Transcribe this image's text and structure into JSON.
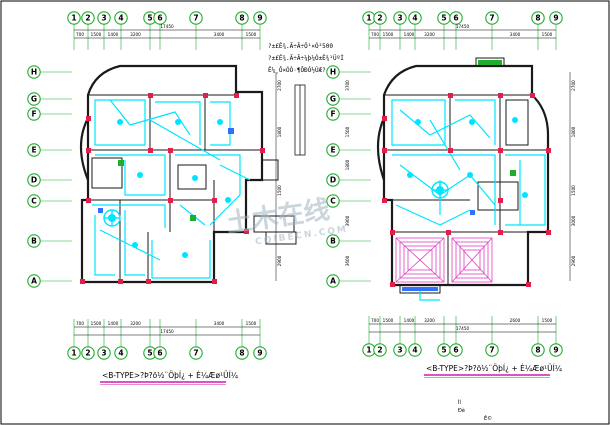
{
  "plans": [
    {
      "id": "left",
      "top_axis_labels": [
        "1",
        "2",
        "3",
        "4",
        "5",
        "6",
        "7",
        "8",
        "9"
      ],
      "bottom_axis_labels": [
        "1",
        "2",
        "3",
        "4",
        "5",
        "6",
        "7",
        "8",
        "9"
      ],
      "side_axis_labels": [
        "H",
        "G",
        "F",
        "E",
        "D",
        "C",
        "B",
        "A"
      ],
      "top_dims": [
        "700",
        "1500",
        "1400",
        "3200",
        "3400",
        "1500"
      ],
      "top_total": "17450",
      "bottom_dims": [
        "700",
        "1500",
        "1400",
        "3200",
        "3400",
        "1500"
      ],
      "bottom_total": "17450",
      "right_dims": [
        "2700",
        "1800",
        "1500",
        "2900"
      ],
      "title": "<B-TYPE>?Þ?ö½¨ÖþÍ¿ + È¼Æø¹ÜÍ¼"
    },
    {
      "id": "right",
      "top_axis_labels": [
        "1",
        "2",
        "3",
        "4",
        "5",
        "6",
        "7",
        "8",
        "9"
      ],
      "bottom_axis_labels": [
        "1",
        "2",
        "3",
        "4",
        "5",
        "6",
        "7",
        "8",
        "9"
      ],
      "side_axis_labels": [
        "H",
        "G",
        "F",
        "E",
        "D",
        "C",
        "B",
        "A"
      ],
      "top_dims": [
        "700",
        "1500",
        "1400",
        "3200",
        "3400",
        "1500"
      ],
      "top_total": "17450",
      "bottom_dims": [
        "700",
        "1500",
        "1400",
        "3200",
        "2600",
        "1500"
      ],
      "bottom_total": "17450",
      "left_dims": [
        "3700",
        "1500",
        "1800",
        "3900",
        "3600"
      ],
      "right_dims": [
        "2700",
        "1800",
        "1500",
        "2900",
        "3000"
      ],
      "title": "<B-TYPE>?Þ?ö½¨ÖþÍ¿ + È¼Æø¹ÜÍ¼"
    }
  ],
  "notes": [
    "?±£Ê¾.Ã÷Ã÷Ö¹×Ó²500",
    "?±£Ê¾.Ã÷Ã÷¼þ¼Ó±Ê¾¹ÜºÍ",
    "Ê¼¸Ô×ÓÒ·¶ÔÐÓ½ÚÆ?"
  ],
  "footer_marks": [
    "Ìî",
    "Ðè",
    "Ê©"
  ],
  "watermark": {
    "brand": "土木在线",
    "sub": "COIBECN.COM"
  },
  "colors": {
    "wire": "#00e5ff",
    "wall": "#1a1a1a",
    "axis": "#1fae2c",
    "column": "#e0204a",
    "hatch": "#e040c0",
    "title_underline": "#d01ab0",
    "accent": "#3070ff"
  }
}
